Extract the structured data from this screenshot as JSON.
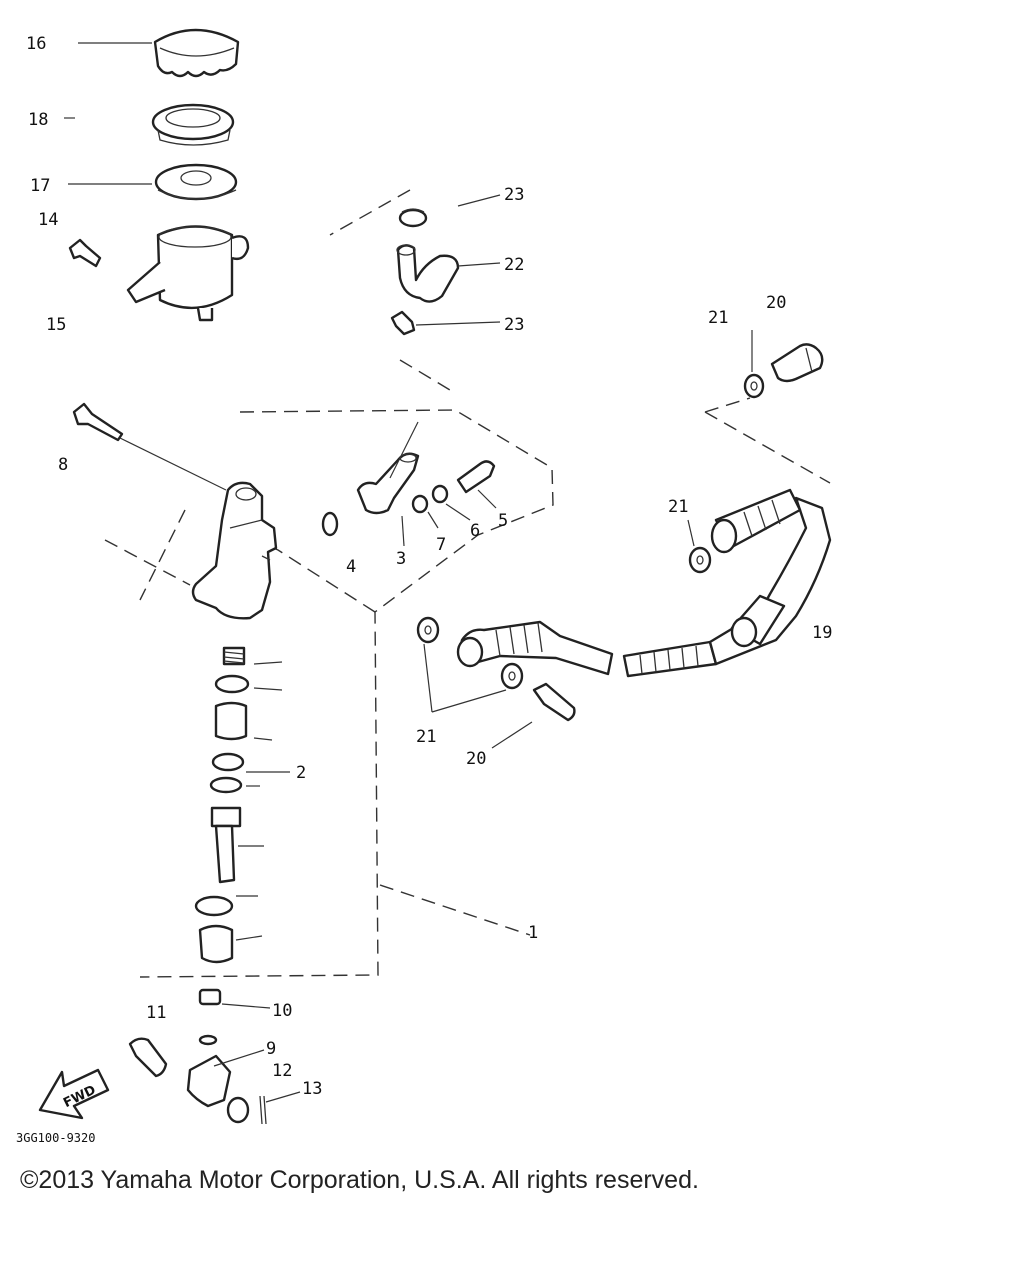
{
  "diagram": {
    "callouts": {
      "c16": "16",
      "c18": "18",
      "c17": "17",
      "c14": "14",
      "c15": "15",
      "c23a": "23",
      "c22": "22",
      "c23b": "23",
      "c21a": "21",
      "c20a": "20",
      "c8": "8",
      "c4": "4",
      "c3": "3",
      "c7": "7",
      "c6": "6",
      "c5": "5",
      "c21b": "21",
      "c19": "19",
      "c21c": "21",
      "c20b": "20",
      "c2": "2",
      "c1": "1",
      "c11": "11",
      "c10": "10",
      "c9": "9",
      "c12": "12",
      "c13": "13"
    },
    "fwd_label": "FWD",
    "diagram_code": "3GG100-9320"
  },
  "footer": {
    "copyright": "©2013 Yamaha Motor Corporation, U.S.A. All rights reserved."
  }
}
